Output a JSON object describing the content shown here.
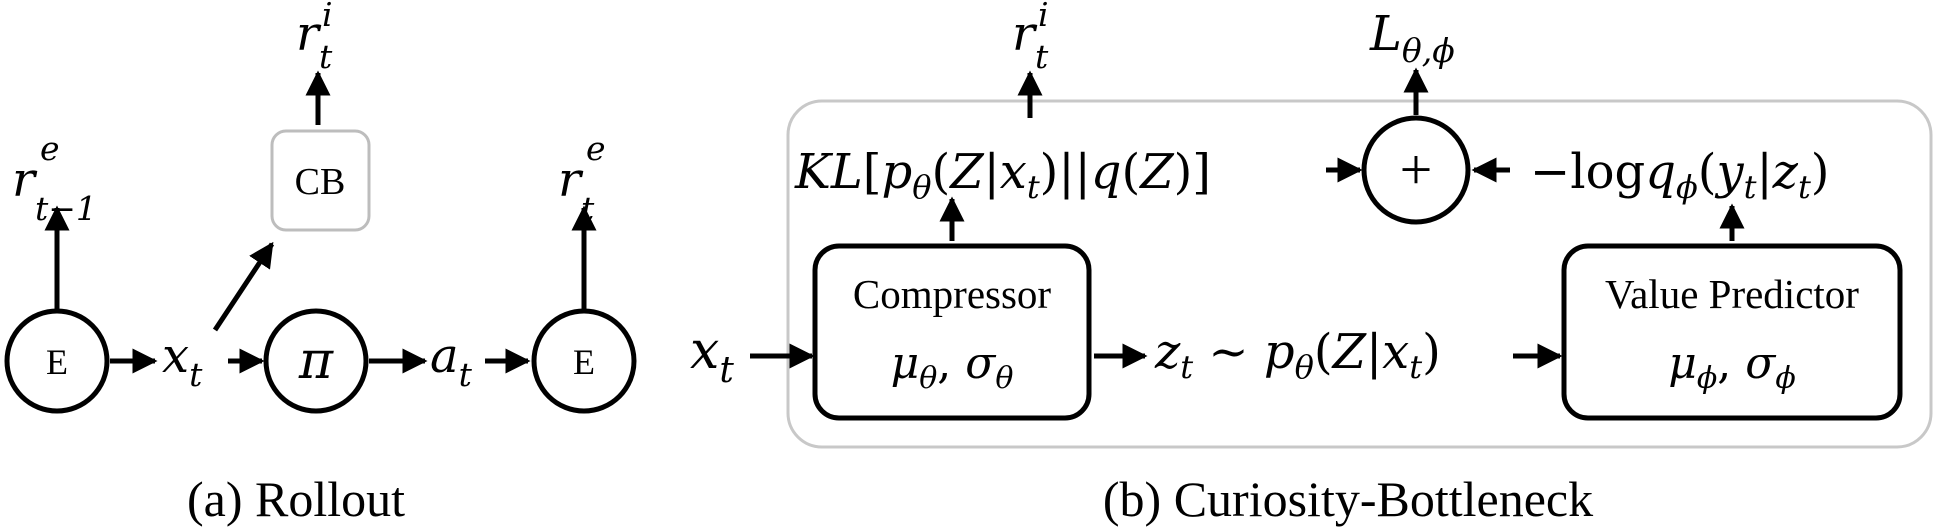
{
  "rollout": {
    "caption": "(a) Rollout",
    "env_left_label": "E",
    "env_right_label": "E",
    "policy_label": "π",
    "cb_label": "CB",
    "state": {
      "base": "x",
      "sub": "t"
    },
    "action": {
      "base": "a",
      "sub": "t"
    },
    "reward_ext_prev": {
      "base": "r",
      "sup": "e",
      "sub": "t−1"
    },
    "reward_intrinsic": {
      "base": "r",
      "sup": "i",
      "sub": "t"
    },
    "reward_ext": {
      "base": "r",
      "sup": "e",
      "sub": "t"
    }
  },
  "curiosity_bottleneck": {
    "caption": "(b) Curiosity-Bottleneck",
    "input": {
      "base": "x",
      "sub": "t"
    },
    "compressor": {
      "title": "Compressor",
      "params": "μ_θ, σ_θ"
    },
    "value_predictor": {
      "title": "Value Predictor",
      "params": "μ_ϕ, σ_ϕ"
    },
    "latent_expr": "z_t ~ p_θ(Z|x_t)",
    "kl_expr": "KL[p_θ(Z|x_t)||q(Z)]",
    "nll_expr": "−logq_ϕ(y_t|z_t)",
    "sum_symbol": "+",
    "loss": {
      "base": "L",
      "sub": "θ,ϕ"
    },
    "reward_intrinsic": {
      "base": "r",
      "sup": "i",
      "sub": "t"
    }
  },
  "colors": {
    "stroke": "#000000",
    "container_border": "#c8c8c8",
    "cb_box_border": "#bdbdbd",
    "text": "#000000"
  }
}
